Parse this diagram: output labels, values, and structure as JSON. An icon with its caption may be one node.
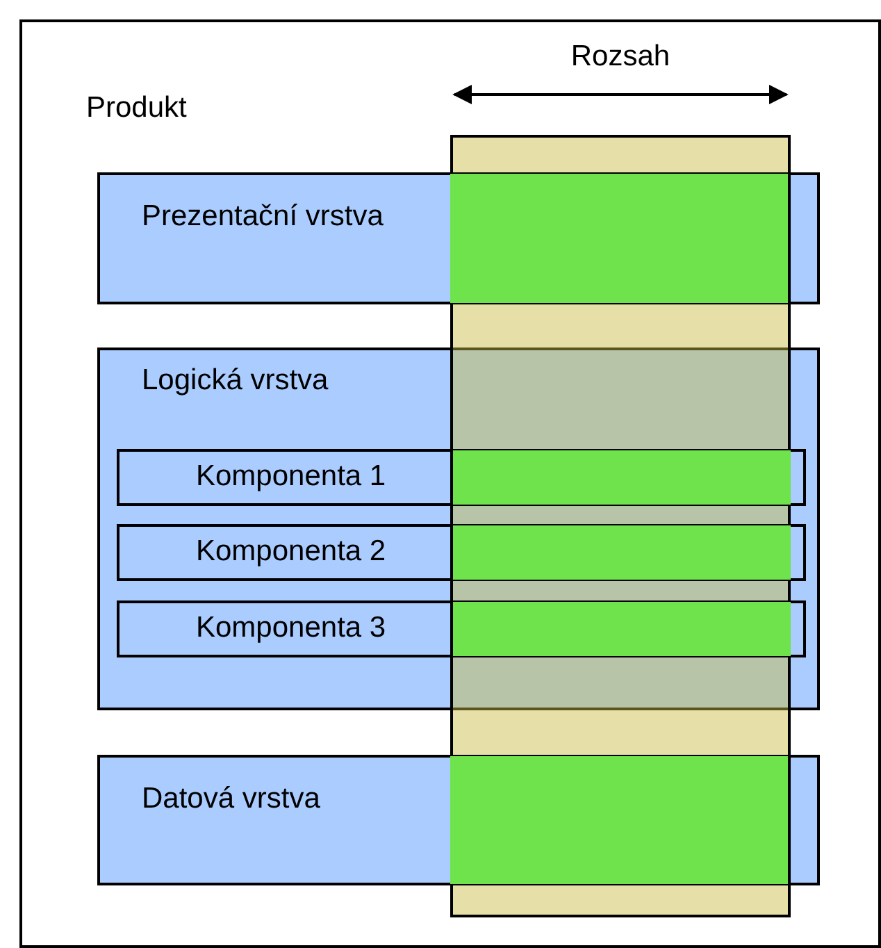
{
  "diagram": {
    "nodes": [
      {
        "text": [
          "Produkt"
        ]
      },
      {
        "text": [
          "Rozsah"
        ],
        "in": 0
      },
      {
        "text": [
          "Prezentační vrstva"
        ],
        "in": 0
      },
      {
        "text": [
          "Logická vrstva"
        ],
        "in": 0
      },
      {
        "text": [
          "Komponenta 1"
        ],
        "in": 3
      },
      {
        "text": [
          "Komponenta 2"
        ],
        "in": 3
      },
      {
        "text": [
          "Komponenta 3"
        ],
        "in": 3
      },
      {
        "text": [
          "Datová vrstva"
        ],
        "in": 0
      }
    ]
  }
}
